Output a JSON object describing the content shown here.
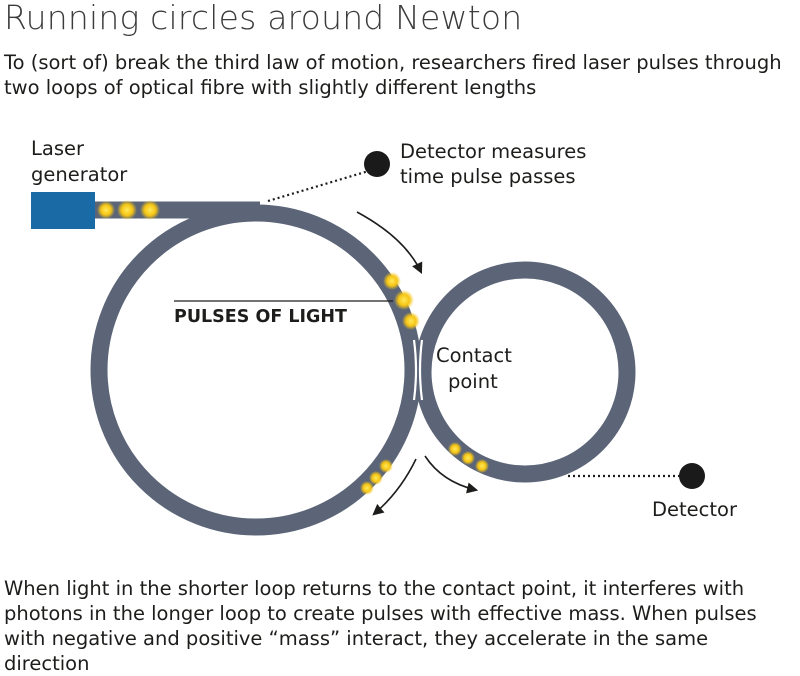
{
  "title": "Running circles around Newton",
  "subtitle": "To (sort of) break the third law of motion, researchers fired laser pulses through two loops of optical fibre with slightly different lengths",
  "caption": "When light in the shorter loop returns to the contact point, it interferes with photons in the longer loop to create pulses with effective mass. When pulses with negative and positive “mass” interact, they accelerate in the same direction",
  "labels": {
    "laser_line1": "Laser",
    "laser_line2": "generator",
    "detector_top_line1": "Detector measures",
    "detector_top_line2": "time pulse passes",
    "pulses": "PULSES OF LIGHT",
    "contact_line1": "Contact",
    "contact_line2": "point",
    "detector_bottom": "Detector"
  },
  "colors": {
    "fibre": "#5b6577",
    "laser": "#1a6aa6",
    "pulse": "#f6c514",
    "detector": "#1a1a1a"
  }
}
